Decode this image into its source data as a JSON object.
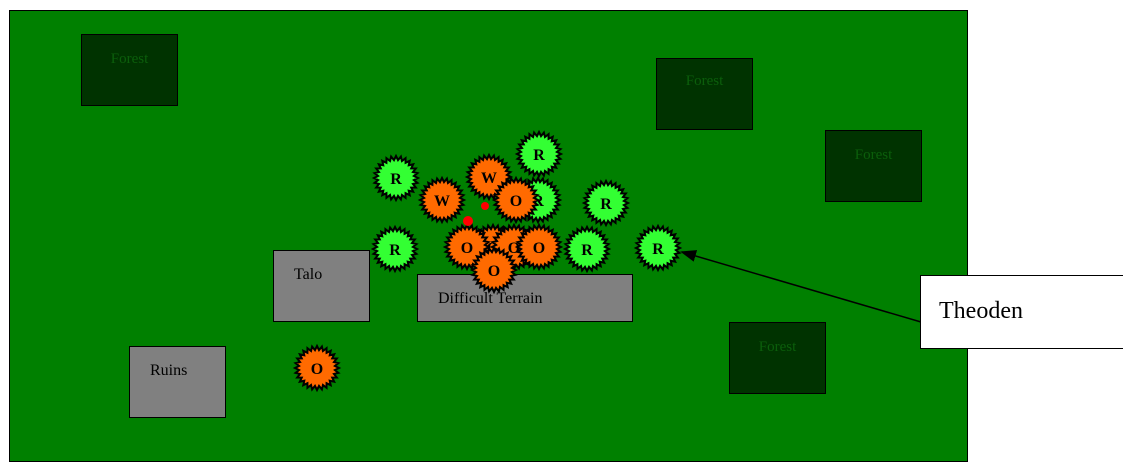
{
  "terrain": {
    "forest_1": "Forest",
    "forest_2": "Forest",
    "forest_3": "Forest",
    "forest_4": "Forest",
    "talo": "Talo",
    "difficult": "Difficult Terrain",
    "ruins": "Ruins"
  },
  "callout": {
    "label": "Theoden"
  },
  "unit_colors": {
    "R": "#33ff33",
    "O": "#ff6a00",
    "W": "#ff6a00"
  },
  "units": [
    {
      "label": "R",
      "type": "R"
    },
    {
      "label": "R",
      "type": "R"
    },
    {
      "label": "W",
      "type": "W"
    },
    {
      "label": "W",
      "type": "W"
    },
    {
      "label": "R",
      "type": "R"
    },
    {
      "label": "O",
      "type": "O"
    },
    {
      "label": "R",
      "type": "R"
    },
    {
      "label": "R",
      "type": "R"
    },
    {
      "label": "O",
      "type": "O"
    },
    {
      "label": "O",
      "type": "O"
    },
    {
      "label": "O",
      "type": "O"
    },
    {
      "label": "O",
      "type": "O"
    },
    {
      "label": "R",
      "type": "R"
    },
    {
      "label": "R",
      "type": "R"
    },
    {
      "label": "O",
      "type": "O"
    },
    {
      "label": "O",
      "type": "O"
    }
  ]
}
